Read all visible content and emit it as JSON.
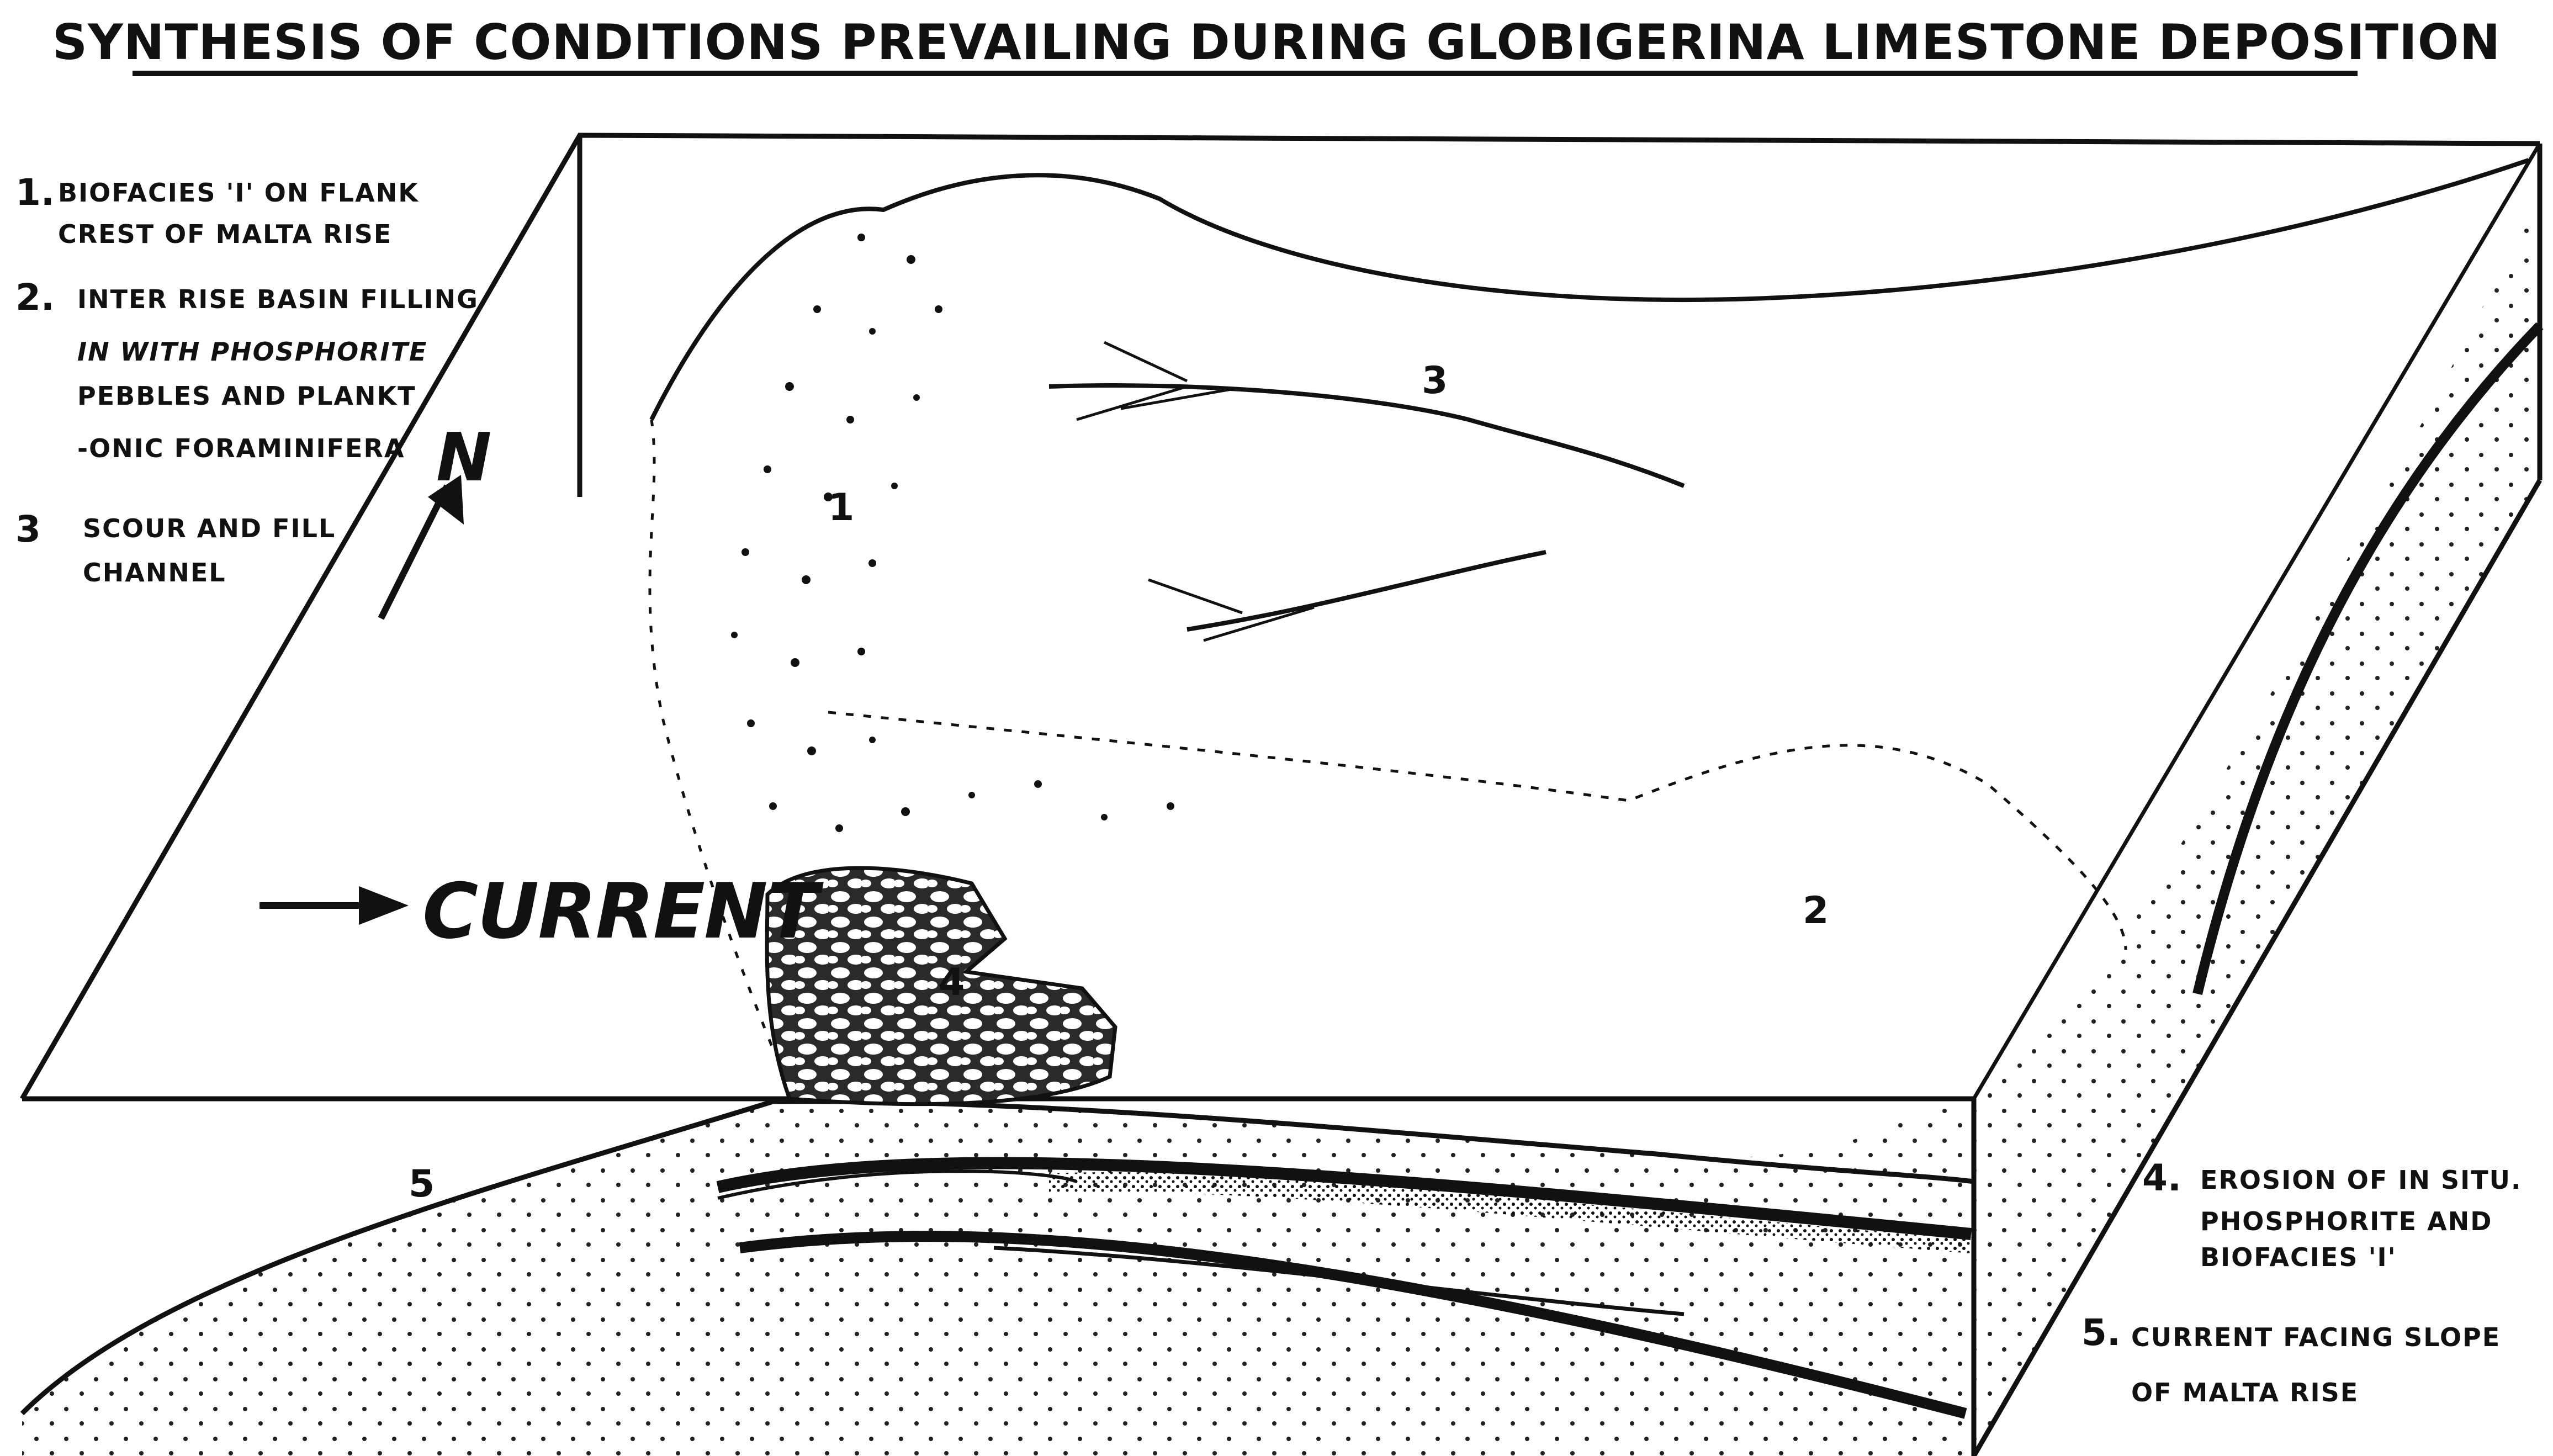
{
  "title": "SYNTHESIS OF CONDITIONS PREVAILING DURING GLOBIGERINA LIMESTONE DEPOSITION",
  "legend_left": [
    {
      "number": "1.",
      "lines": [
        "BIOFACIES 'I' ON FLANK",
        "CREST OF MALTA RISE"
      ]
    },
    {
      "number": "2.",
      "lines": [
        "INTER RISE BASIN FILLING",
        "IN WITH PHOSPHORITE",
        "PEBBLES AND PLANKT",
        "-ONIC FORAMINIFERA"
      ]
    },
    {
      "number": "3",
      "lines": [
        "SCOUR AND FILL",
        "CHANNEL"
      ]
    }
  ],
  "legend_right": [
    {
      "number": "4.",
      "lines": [
        "EROSION OF IN SITU.",
        "PHOSPHORITE AND",
        "BIOFACIES 'I'"
      ]
    },
    {
      "number": "5.",
      "lines": [
        "CURRENT FACING SLOPE",
        "OF MALTA RISE"
      ]
    }
  ],
  "diagram": {
    "north_label": "N",
    "current_label": "CURRENT",
    "callouts": [
      "1",
      "2",
      "3",
      "4",
      "5"
    ]
  },
  "colors": {
    "ink": "#111111",
    "paper": "#ffffff"
  }
}
